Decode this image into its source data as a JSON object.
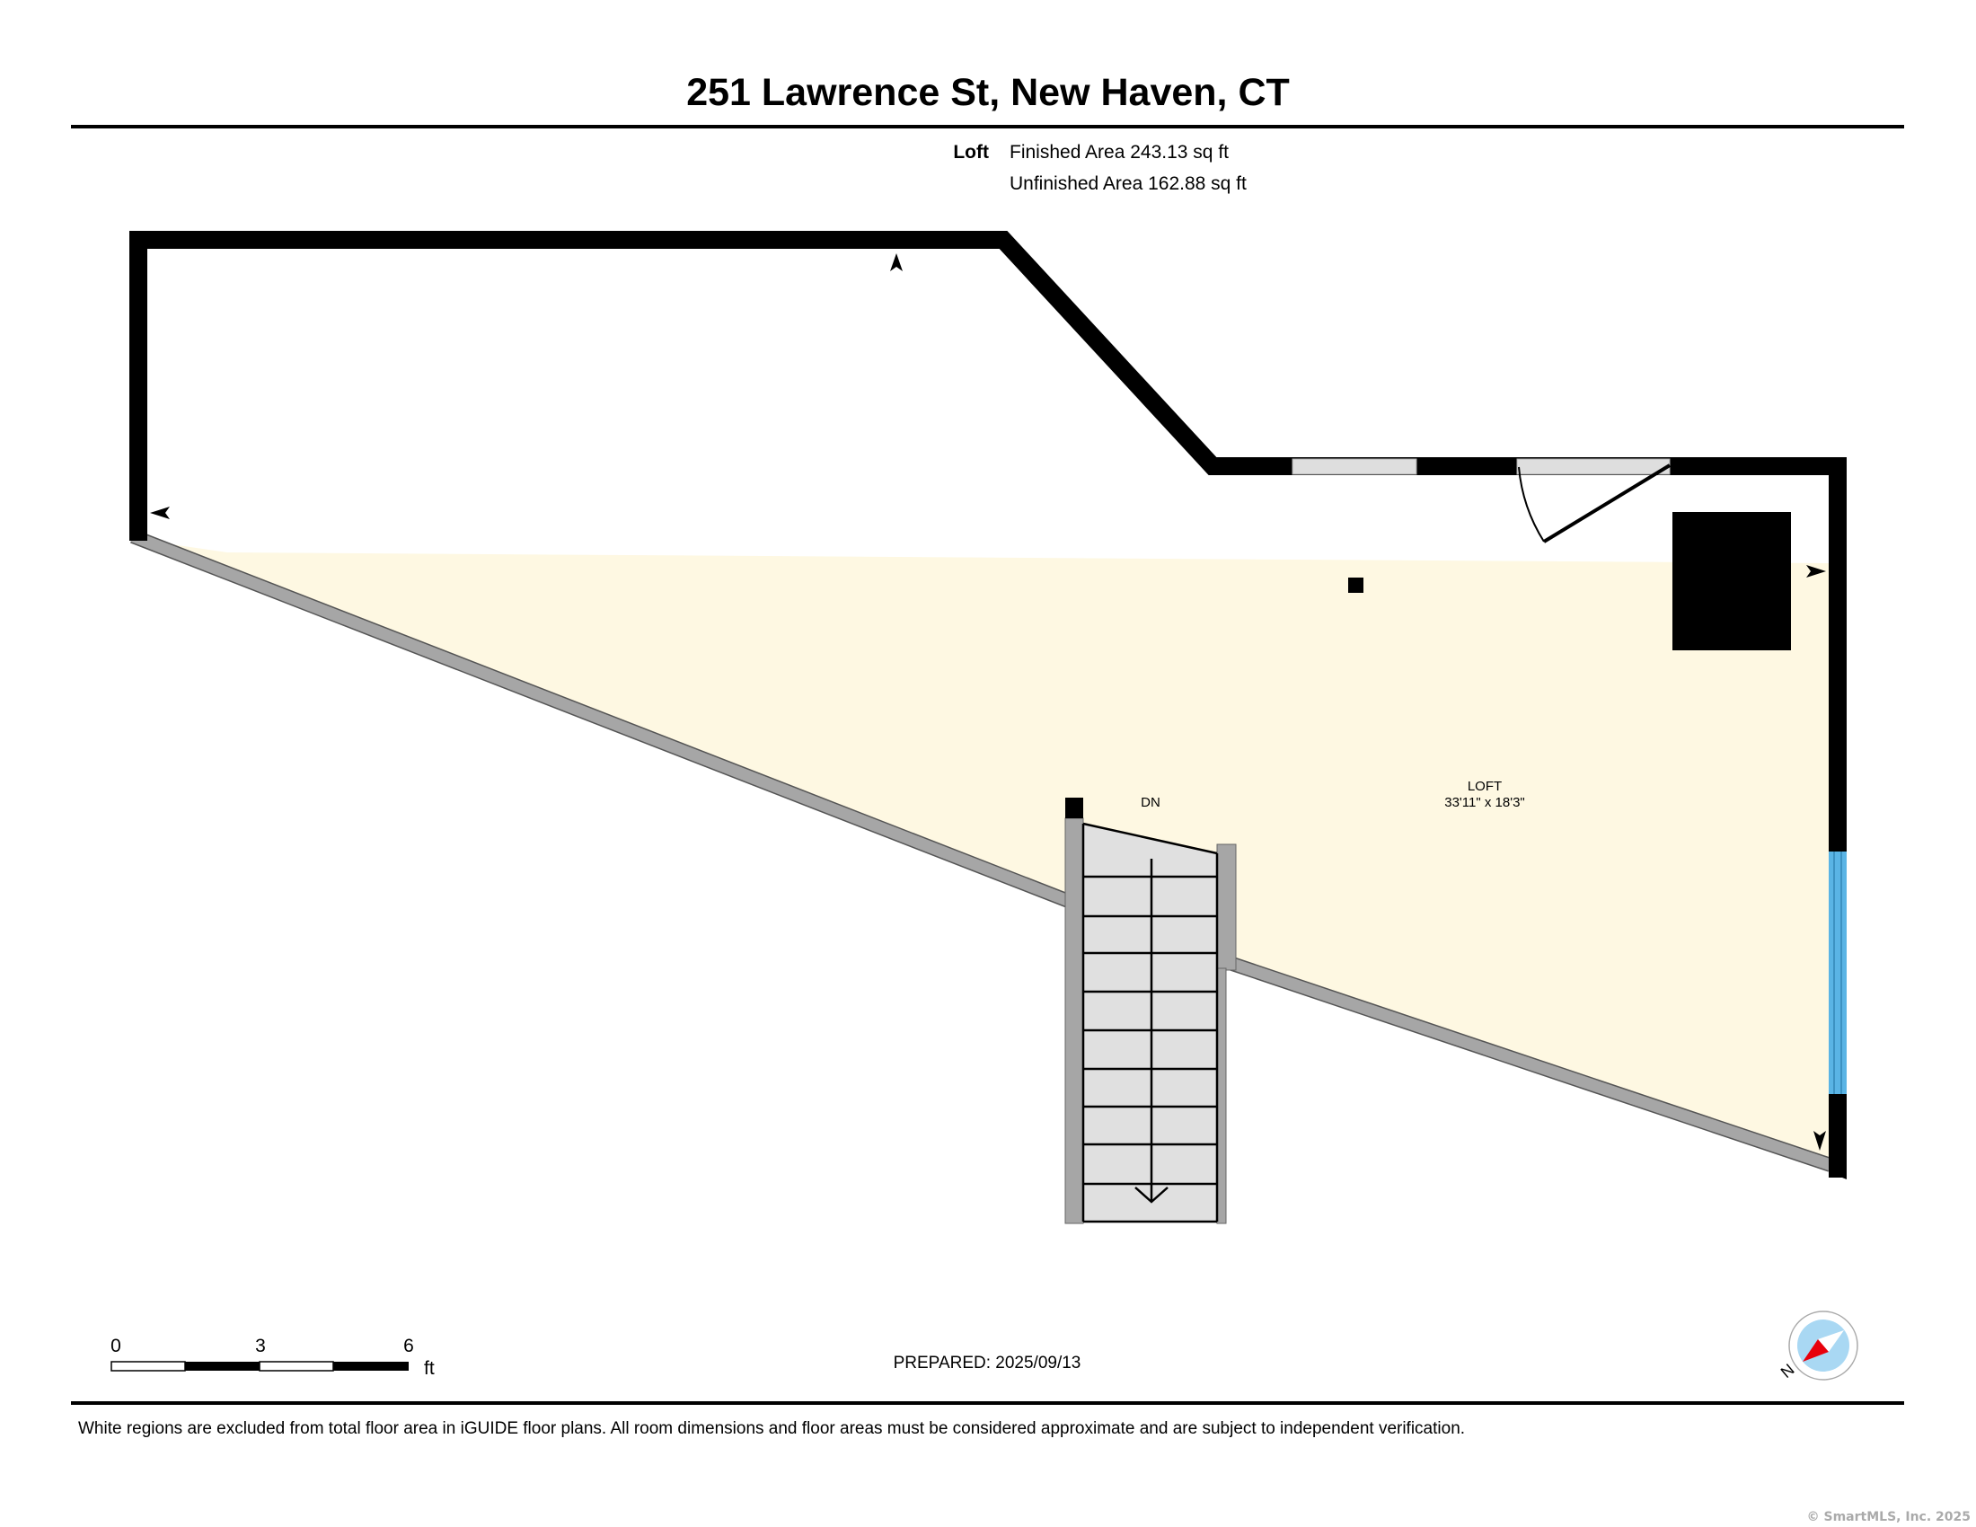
{
  "header": {
    "title": "251 Lawrence St, New Haven, CT"
  },
  "summary": {
    "floor_label": "Loft",
    "finished_area": "Finished Area 243.13 sq ft",
    "unfinished_area": "Unfinished Area 162.88 sq ft"
  },
  "plan": {
    "room_name": "LOFT",
    "room_dimensions": "33'11\" x 18'3\"",
    "stair_label": "DN",
    "colors": {
      "finished_fill": "#fef8e2",
      "wall": "#000000",
      "interior_wall": "#a6a6a6",
      "window": "#dedede",
      "glass_window": "#5ab4e5",
      "stair": "#e0e0e0"
    }
  },
  "scale_bar": {
    "labels": [
      "0",
      "3",
      "6"
    ],
    "unit": "ft"
  },
  "prepared": "PREPARED: 2025/09/13",
  "compass": {
    "label": "N"
  },
  "footer": {
    "disclaimer": "White regions are excluded from total floor area in iGUIDE floor plans. All room dimensions and floor areas must be considered approximate and are subject to independent verification.",
    "copyright": "© SmartMLS, Inc. 2025"
  }
}
